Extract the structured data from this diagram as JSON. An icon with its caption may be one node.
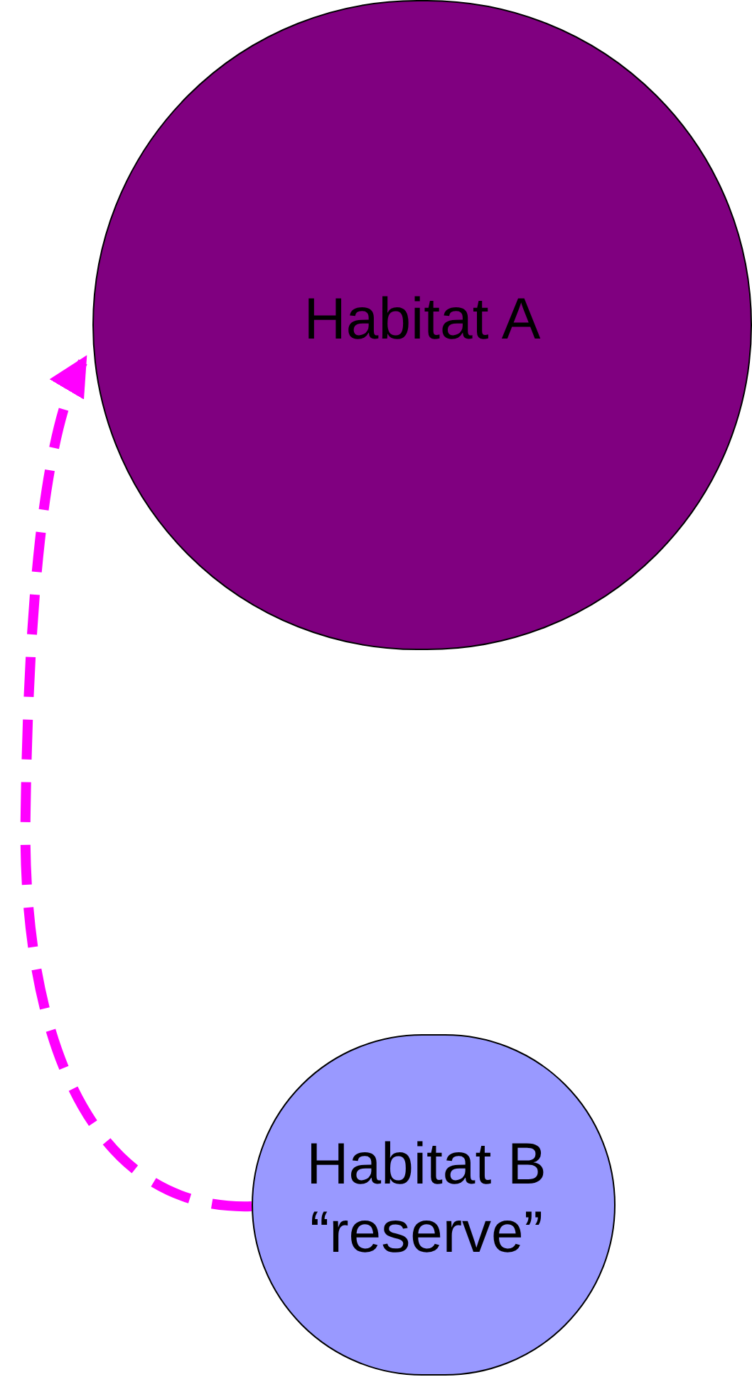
{
  "diagram": {
    "nodes": [
      {
        "text": [
          "Habitat A"
        ]
      },
      {
        "text": [
          "Habitat B",
          "“reserve”"
        ]
      }
    ],
    "edges": [
      {
        "from": 1,
        "to": 0,
        "arrow": "to",
        "style": "dashed",
        "color": "#ff00ff"
      }
    ]
  }
}
